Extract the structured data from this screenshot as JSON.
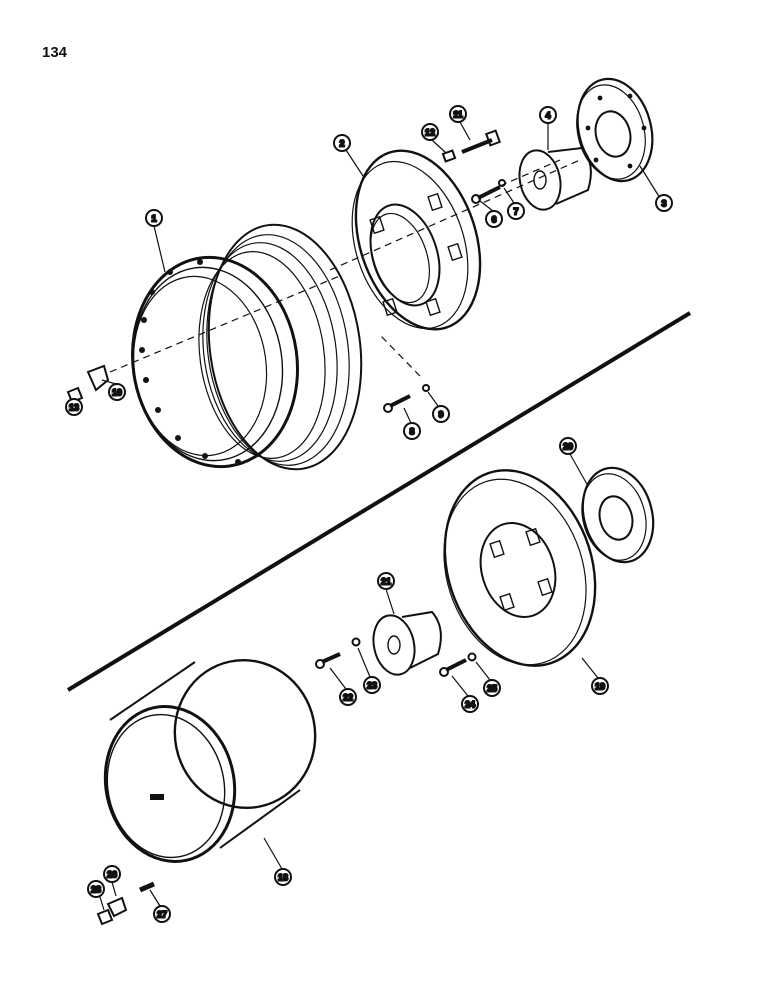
{
  "page_number": "134",
  "callouts": {
    "c1": "1",
    "c2": "2",
    "c3": "3",
    "c4": "4",
    "c6": "6",
    "c7": "7",
    "c8": "8",
    "c9": "9",
    "c10": "10",
    "c11": "11",
    "c12": "12",
    "c13": "13",
    "c18": "18",
    "c19": "19",
    "c20": "20",
    "c21": "21",
    "c22": "22",
    "c23": "23",
    "c24": "24",
    "c25": "25",
    "c26": "26",
    "c27": "27",
    "c28": "28"
  }
}
